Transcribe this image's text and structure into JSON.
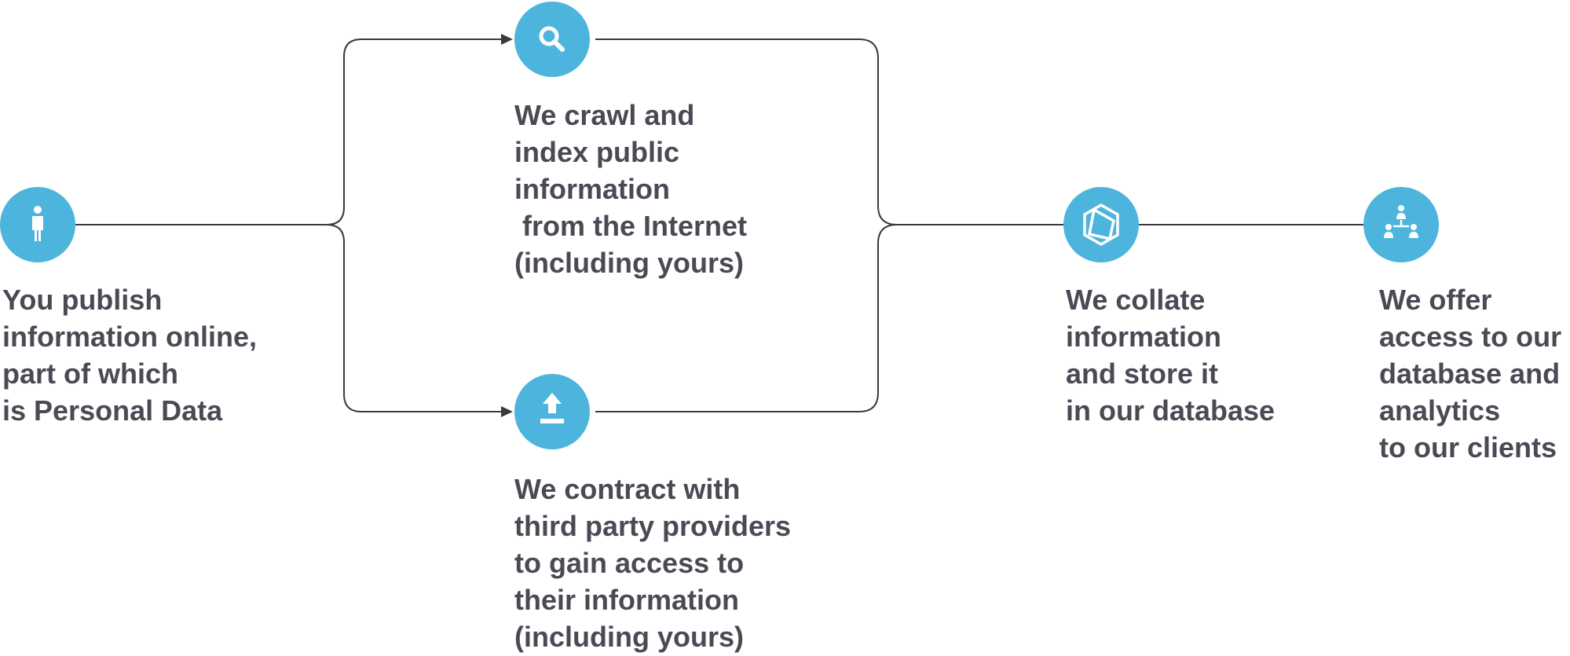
{
  "diagram": {
    "steps": [
      {
        "id": "publish",
        "icon": "person-icon",
        "lines": [
          "You publish",
          "information online,",
          "part of which",
          "is Personal Data"
        ]
      },
      {
        "id": "crawl",
        "icon": "search-icon",
        "lines": [
          "We crawl and",
          "index public",
          "information",
          " from the Internet",
          "(including yours)"
        ]
      },
      {
        "id": "contract",
        "icon": "upload-icon",
        "lines": [
          "We contract with",
          "third party providers",
          "to gain access to",
          "their information",
          "(including yours)"
        ]
      },
      {
        "id": "collate",
        "icon": "database-hexagon-icon",
        "lines": [
          "We collate",
          "information",
          "and store it",
          "in our database"
        ]
      },
      {
        "id": "offer",
        "icon": "org-chart-icon",
        "lines": [
          "We offer",
          "access to our",
          "database and",
          "analytics",
          "to our clients"
        ]
      }
    ],
    "colors": {
      "accent": "#4db5dd",
      "text": "#4a4a55",
      "line": "#3a3a3a"
    }
  }
}
